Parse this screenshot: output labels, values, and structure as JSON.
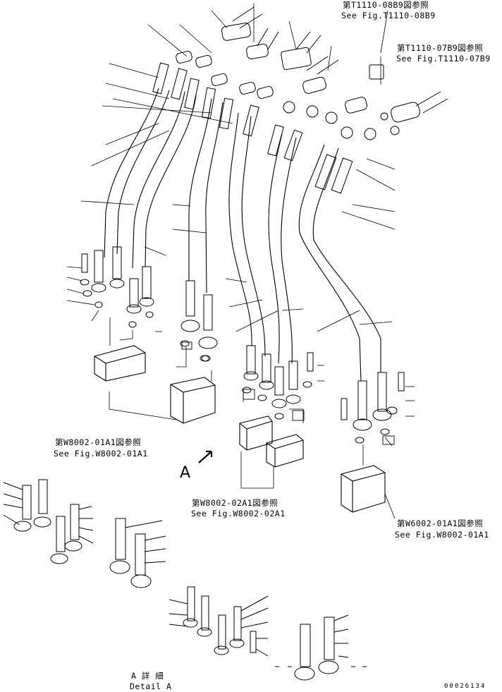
{
  "refs": {
    "t1110_08b9": {
      "jp": "第T1110-08B9図参照",
      "en": "See Fig.T1110-08B9"
    },
    "t1110_07b9": {
      "jp": "第T1110-07B9図参照",
      "en": "See Fig.T1110-07B9"
    },
    "w8002_01a1_left": {
      "jp": "第W8002-01A1図参照",
      "en": "See Fig.W8002-01A1"
    },
    "w8002_02a1": {
      "jp": "第W8002-02A1図参照",
      "en": "See Fig.W8002-02A1"
    },
    "w6002_01a1": {
      "jp": "第W6002-01A1図参照",
      "en": "See Fig.W8002-01A1"
    }
  },
  "view_marker": "A",
  "detail": {
    "jp": "A 詳 細",
    "en": "Detail A"
  },
  "doc_number": "00026134"
}
